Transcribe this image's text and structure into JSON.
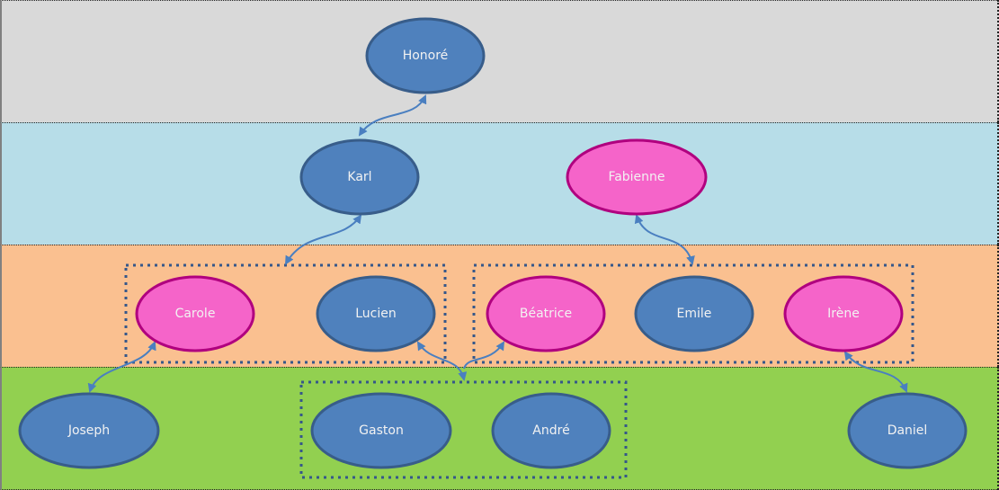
{
  "title": "Family tree by generation",
  "colors": {
    "male_fill": "#4f81bd",
    "male_stroke": "#385d8a",
    "female_fill": "#f564c9",
    "female_stroke": "#b0007f",
    "connector": "#4a7fc0",
    "group_border": "#35578a",
    "generation_bands": [
      "#d9d9d9",
      "#b7dde8",
      "#fac090",
      "#92d050"
    ]
  },
  "generations": [
    {
      "index": 1,
      "members": [
        "Honoré"
      ]
    },
    {
      "index": 2,
      "members": [
        "Karl",
        "Fabienne"
      ]
    },
    {
      "index": 3,
      "members": [
        "Carole",
        "Lucien",
        "Béatrice",
        "Emile",
        "Irène"
      ]
    },
    {
      "index": 4,
      "members": [
        "Joseph",
        "Gaston",
        "André",
        "Daniel"
      ]
    }
  ],
  "nodes": [
    {
      "id": "honore",
      "label": "Honoré",
      "gender": "male",
      "generation": 1
    },
    {
      "id": "karl",
      "label": "Karl",
      "gender": "male",
      "generation": 2
    },
    {
      "id": "fabienne",
      "label": "Fabienne",
      "gender": "female",
      "generation": 2
    },
    {
      "id": "carole",
      "label": "Carole",
      "gender": "female",
      "generation": 3
    },
    {
      "id": "lucien",
      "label": "Lucien",
      "gender": "male",
      "generation": 3
    },
    {
      "id": "beatrice",
      "label": "Béatrice",
      "gender": "female",
      "generation": 3
    },
    {
      "id": "emile",
      "label": "Emile",
      "gender": "male",
      "generation": 3
    },
    {
      "id": "irene",
      "label": "Irène",
      "gender": "female",
      "generation": 3
    },
    {
      "id": "joseph",
      "label": "Joseph",
      "gender": "male",
      "generation": 4
    },
    {
      "id": "gaston",
      "label": "Gaston",
      "gender": "male",
      "generation": 4
    },
    {
      "id": "andre",
      "label": "André",
      "gender": "male",
      "generation": 4
    },
    {
      "id": "daniel",
      "label": "Daniel",
      "gender": "male",
      "generation": 4
    }
  ],
  "groups": [
    {
      "id": "group-carole-lucien",
      "members": [
        "carole",
        "lucien"
      ]
    },
    {
      "id": "group-beatrice-emile-irene",
      "members": [
        "beatrice",
        "emile",
        "irene"
      ]
    },
    {
      "id": "group-gaston-andre",
      "members": [
        "gaston",
        "andre"
      ]
    }
  ],
  "links": [
    {
      "from": "honore",
      "to": "karl"
    },
    {
      "from": "karl",
      "to": "group-carole-lucien"
    },
    {
      "from": "fabienne",
      "to": "group-beatrice-emile-irene"
    },
    {
      "from": "carole",
      "to": "joseph"
    },
    {
      "from": "lucien",
      "to": "group-gaston-andre"
    },
    {
      "from": "beatrice",
      "to": "group-gaston-andre"
    },
    {
      "from": "irene",
      "to": "daniel"
    }
  ]
}
